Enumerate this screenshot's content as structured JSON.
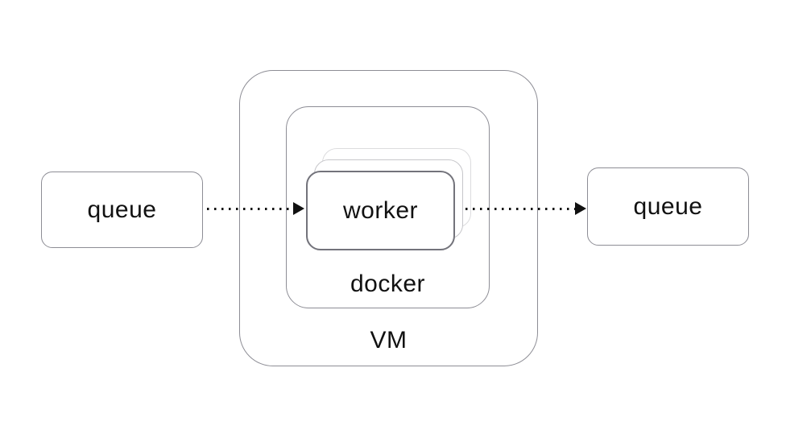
{
  "diagram": {
    "nodes": {
      "queue_left": {
        "label": "queue"
      },
      "vm": {
        "label": "VM"
      },
      "docker": {
        "label": "docker"
      },
      "worker": {
        "label": "worker",
        "stack_count": 3
      },
      "queue_right": {
        "label": "queue"
      }
    },
    "edges": [
      {
        "from": "queue_left",
        "to": "worker",
        "style": "dotted",
        "arrow": "right"
      },
      {
        "from": "worker",
        "to": "queue_right",
        "style": "dotted",
        "arrow": "right"
      }
    ],
    "colors": {
      "background": "#ffffff",
      "box_border": "#8d8d95",
      "card_front_border": "#73737b",
      "card_middle_border": "#c6c6ca",
      "card_back_border": "#dcdcde",
      "arrow": "#111111",
      "text": "#111111"
    }
  }
}
